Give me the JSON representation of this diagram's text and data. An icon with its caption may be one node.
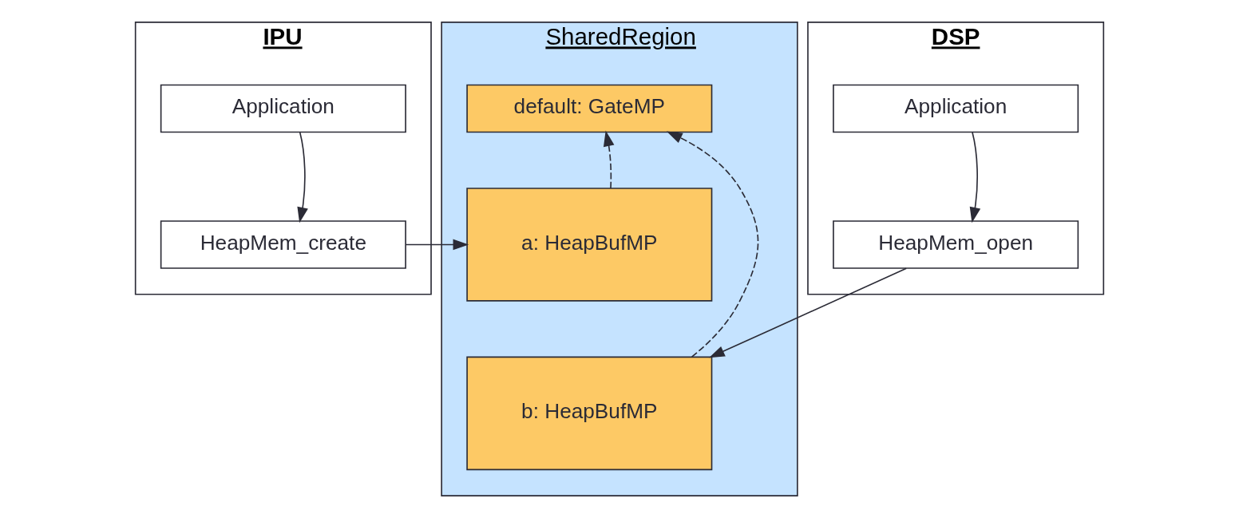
{
  "diagram": {
    "nodes": [
      {
        "text": [
          "IPU"
        ]
      },
      {
        "text": [
          "Application"
        ],
        "in": 0
      },
      {
        "text": [
          "HeapMem_create"
        ],
        "in": 0
      },
      {
        "text": [
          "SharedRegion"
        ]
      },
      {
        "text": [
          "default: GateMP"
        ],
        "in": 3
      },
      {
        "text": [
          "a: HeapBufMP"
        ],
        "in": 3
      },
      {
        "text": [
          "b: HeapBufMP"
        ],
        "in": 3
      },
      {
        "text": [
          "DSP"
        ]
      },
      {
        "text": [
          "Application"
        ],
        "in": 7
      },
      {
        "text": [
          "HeapMem_open"
        ],
        "in": 7
      }
    ],
    "edges": [
      {
        "from": 1,
        "to": 2,
        "arrow": "to"
      },
      {
        "from": 2,
        "to": 5,
        "arrow": "to"
      },
      {
        "from": 5,
        "to": 4,
        "arrow": "to",
        "style": "dashed"
      },
      {
        "from": 6,
        "to": 4,
        "arrow": "to",
        "style": "dashed"
      },
      {
        "from": 8,
        "to": 9,
        "arrow": "to"
      },
      {
        "from": 9,
        "to": 6,
        "arrow": "to"
      }
    ]
  }
}
